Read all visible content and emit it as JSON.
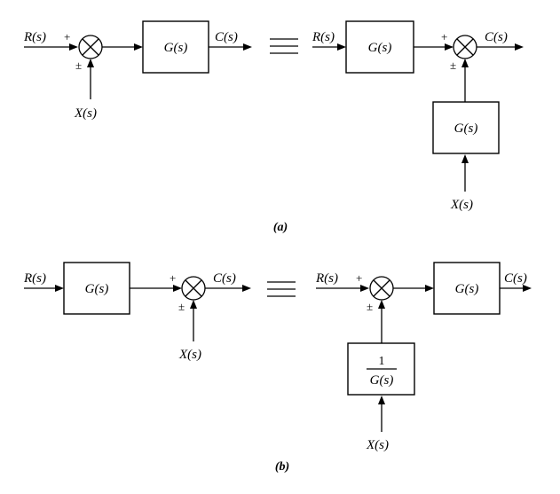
{
  "panel_a": {
    "caption": "(a)",
    "left": {
      "input": "R(s)",
      "disturbance": "X(s)",
      "block": "G(s)",
      "output": "C(s)",
      "sign_top": "+",
      "sign_bottom": "±"
    },
    "equiv_symbol": "≡",
    "right": {
      "input": "R(s)",
      "block": "G(s)",
      "feedback_block": "G(s)",
      "disturbance": "X(s)",
      "output": "C(s)",
      "sign_top": "+",
      "sign_bottom": "±"
    }
  },
  "panel_b": {
    "caption": "(b)",
    "left": {
      "input": "R(s)",
      "block": "G(s)",
      "disturbance": "X(s)",
      "output": "C(s)",
      "sign_top": "+",
      "sign_bottom": "±"
    },
    "equiv_symbol": "≡",
    "right": {
      "input": "R(s)",
      "block": "G(s)",
      "feedback_numerator": "1",
      "feedback_denominator": "G(s)",
      "disturbance": "X(s)",
      "output": "C(s)",
      "sign_top": "+",
      "sign_bottom": "±"
    }
  }
}
